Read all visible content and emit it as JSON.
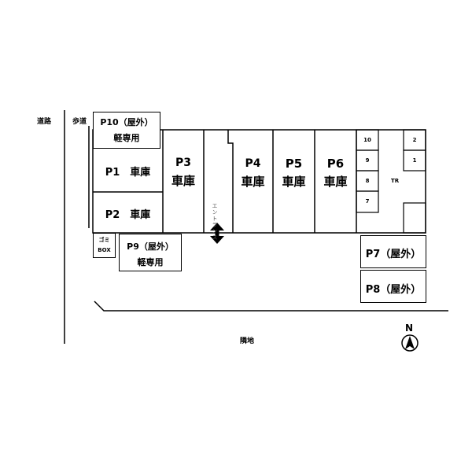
{
  "labels": {
    "road": "道路",
    "sidewalk": "歩道",
    "neighbor": "隣地",
    "north": "N",
    "entrance": "エントランス",
    "garbage_line1": "ゴミ",
    "garbage_line2": "BOX",
    "tr": "TR"
  },
  "spaces": {
    "p10_title": "P10（屋外）",
    "p10_sub": "軽専用",
    "p1_title": "P1　車庫",
    "p2_title": "P2　車庫",
    "p3_title": "P3",
    "p3_sub": "車庫",
    "p4_title": "P4",
    "p4_sub": "車庫",
    "p5_title": "P5",
    "p5_sub": "車庫",
    "p6_title": "P6",
    "p6_sub": "車庫",
    "p9_title": "P9（屋外）",
    "p9_sub": "軽専用",
    "p7_title": "P7（屋外）",
    "p8_title": "P8（屋外）"
  },
  "bikes": [
    "10",
    "9",
    "8",
    "7",
    "2",
    "1"
  ],
  "colors": {
    "line": "#000000",
    "arrow": "#000000",
    "text_light": "#555555"
  }
}
